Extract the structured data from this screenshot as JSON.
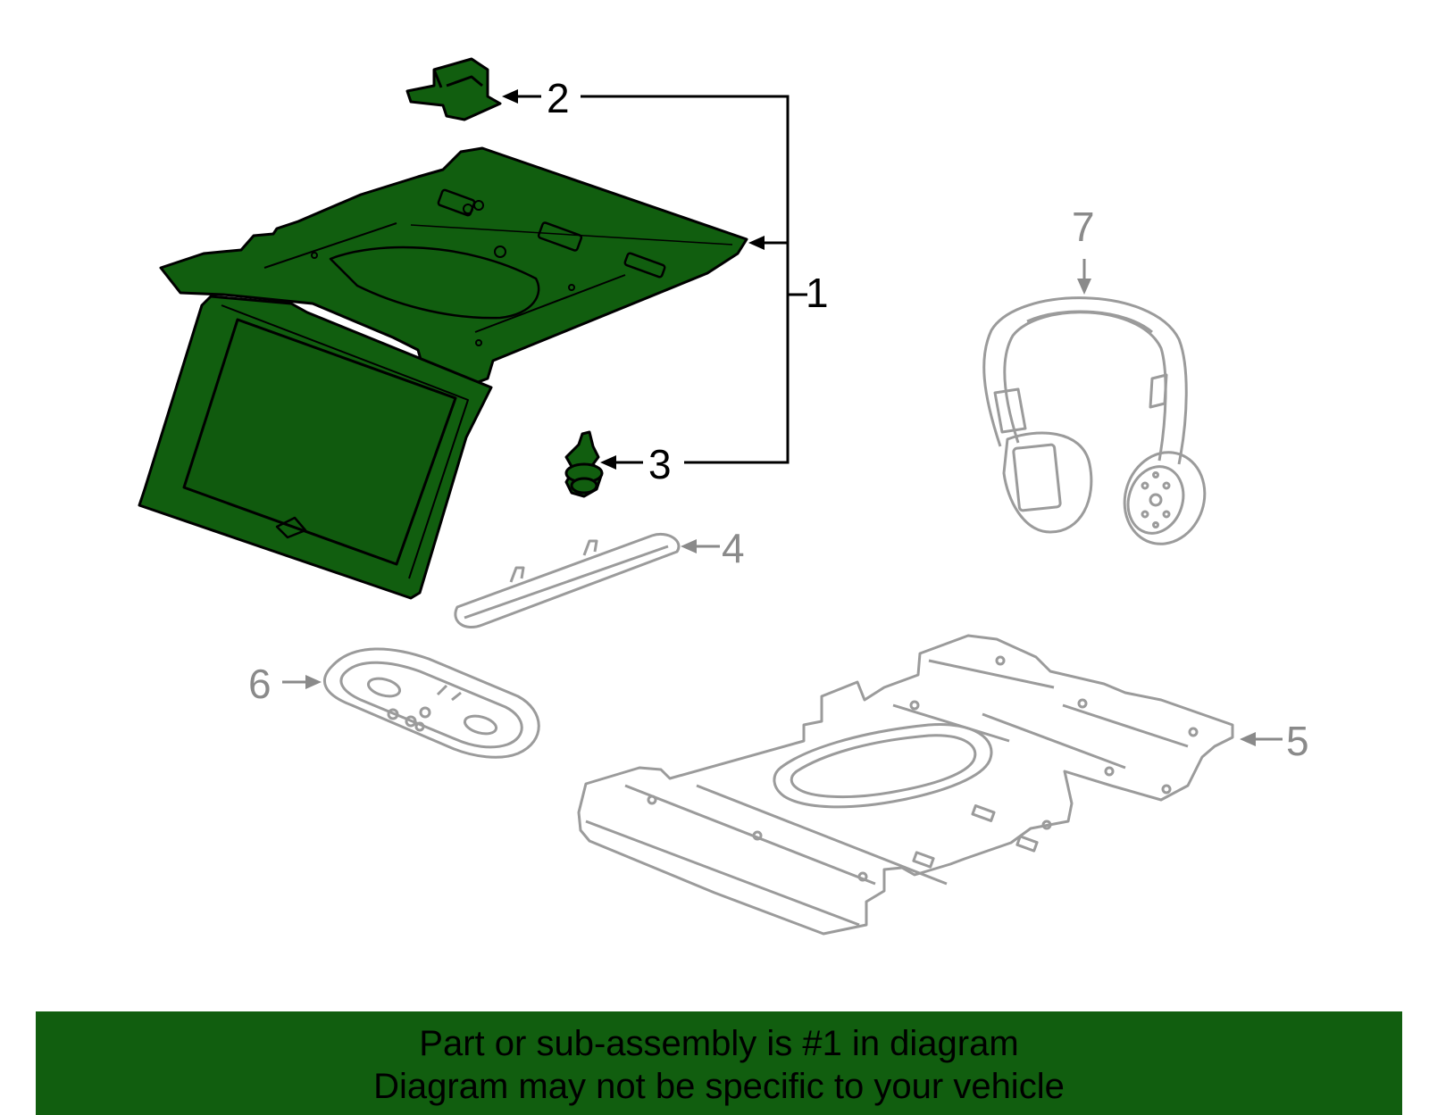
{
  "colors": {
    "highlight_fill": "#115e0f",
    "highlight_stroke": "#000000",
    "context_stroke": "#9b9b9b",
    "context_text": "#8a8a8a",
    "banner_bg": "#115e0f",
    "banner_text": "#000000"
  },
  "callouts": {
    "c1": "1",
    "c2": "2",
    "c3": "3",
    "c4": "4",
    "c5": "5",
    "c6": "6",
    "c7": "7"
  },
  "footer": {
    "line1": "Part or sub-assembly is #1 in diagram",
    "line2": "Diagram may not be specific to your vehicle"
  }
}
